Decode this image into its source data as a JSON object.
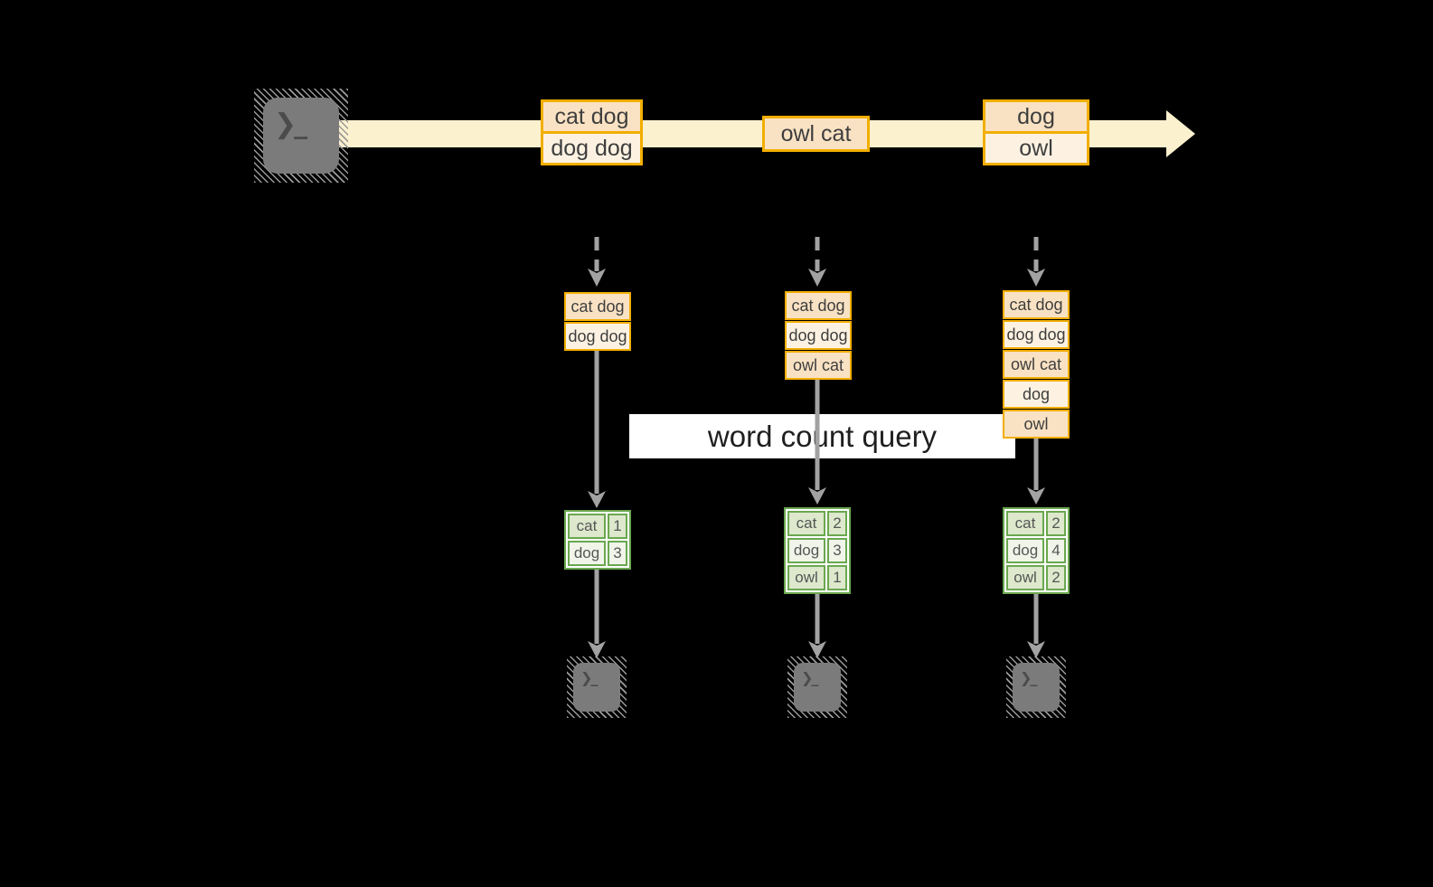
{
  "banner": {
    "label": "word count query"
  },
  "icons": {
    "terminal_prompt": "❯_"
  },
  "stream": {
    "events": [
      {
        "records": [
          "cat dog",
          "dog dog"
        ]
      },
      {
        "records": [
          "owl cat"
        ]
      },
      {
        "records": [
          "dog",
          "owl"
        ]
      }
    ]
  },
  "columns": [
    {
      "state": [
        "cat dog",
        "dog dog"
      ],
      "counts": [
        {
          "word": "cat",
          "count": "1"
        },
        {
          "word": "dog",
          "count": "3"
        }
      ]
    },
    {
      "state": [
        "cat dog",
        "dog dog",
        "owl cat"
      ],
      "counts": [
        {
          "word": "cat",
          "count": "2"
        },
        {
          "word": "dog",
          "count": "3"
        },
        {
          "word": "owl",
          "count": "1"
        }
      ]
    },
    {
      "state": [
        "cat dog",
        "dog dog",
        "owl cat",
        "dog",
        "owl"
      ],
      "counts": [
        {
          "word": "cat",
          "count": "2"
        },
        {
          "word": "dog",
          "count": "4"
        },
        {
          "word": "owl",
          "count": "2"
        }
      ]
    }
  ],
  "colors": {
    "background": "#000000",
    "stream_arrow": "#FCF1CE",
    "event_fill_dark": "#F9E2C3",
    "event_fill_light": "#FDF2E2",
    "event_border": "#F2AE00",
    "table_border": "#6AA84F",
    "table_row_dark": "#DDE8CC",
    "table_row_light": "#F0F4E9",
    "arrow_gray": "#A2A2A2",
    "terminal_gray": "#7B7B7B",
    "banner_bg": "#FFFFFF"
  }
}
